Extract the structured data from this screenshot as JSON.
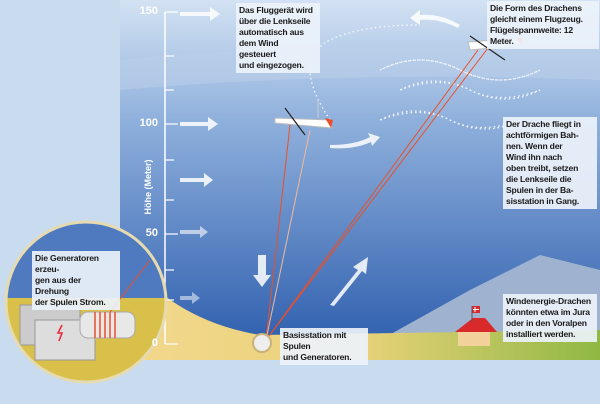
{
  "axis": {
    "label": "Höhe (Meter)",
    "ticks": [
      "150",
      "100",
      "50",
      "0"
    ]
  },
  "callouts": {
    "steering": "Das Fluggerät wird\nüber die Lenkseile\nautomatisch aus\ndem Wind gesteuert\nund eingezogen.",
    "shape": "Die Form des Drachens\ngleicht einem Flugzeug.\nFlügelspannweite: 12 Meter.",
    "flight": "Der Drache fliegt in\nachtförmigen Bah-\nnen. Wenn der\nWind ihn nach\noben treibt, setzen\ndie Lenkseile die\nSpulen in der Ba-\nsisstation in Gang.",
    "generators": "Die Generatoren erzeu-\ngen aus der Drehung\nder Spulen Strom.",
    "base": "Basisstation mit Spulen\nund Generatoren.",
    "location": "Windenergie-Drachen\nkönnten etwa im Jura\noder in den Voralpen\ninstalliert werden."
  },
  "colors": {
    "sky_top": "#c5d8ee",
    "sky_deep": "#3f6db3",
    "ground": "#e8c96a",
    "grass": "#9cbd45",
    "tether": "#e8502a"
  }
}
